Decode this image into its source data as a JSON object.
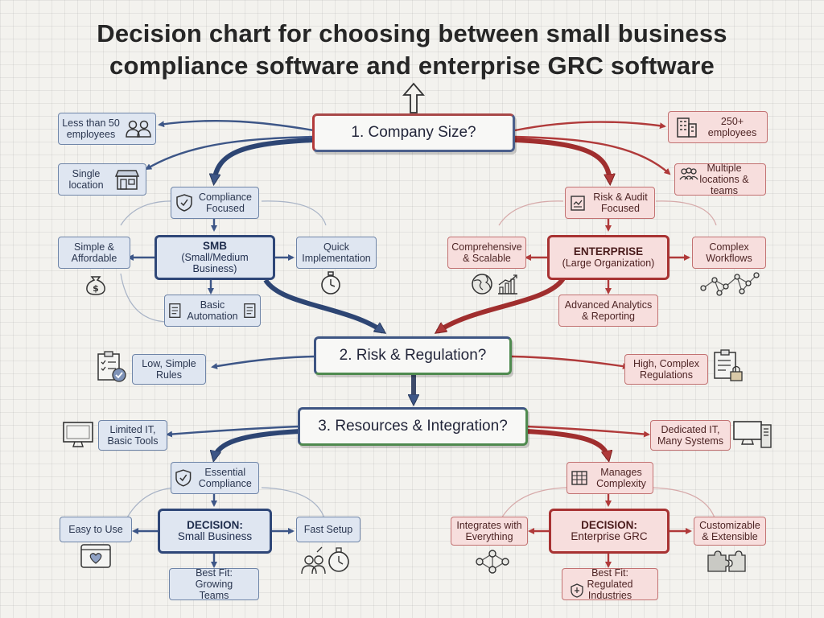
{
  "title": "Decision chart for choosing between small business compliance software and enterprise GRC software",
  "colors": {
    "smb": "#3d5687",
    "enterprise": "#b03a3a",
    "green": "#4f8a4f"
  },
  "questions": {
    "q1": "1. Company Size?",
    "q2": "2. Risk & Regulation?",
    "q3": "3. Resources & Integration?"
  },
  "q1": {
    "left": {
      "small": "Less than 50 employees",
      "location": "Single location"
    },
    "right": {
      "large": "250+ employees",
      "multi": "Multiple locations & teams"
    }
  },
  "smb": {
    "top": "Compliance Focused",
    "title": "SMB",
    "subtitle": "(Small/Medium Business)",
    "left": "Simple & Affordable",
    "right": "Quick Implementation",
    "bottom": "Basic Automation"
  },
  "enterprise": {
    "top": "Risk & Audit Focused",
    "title": "ENTERPRISE",
    "subtitle": "(Large Organization)",
    "left": "Comprehensive & Scalable",
    "right": "Complex Workflows",
    "bottom": "Advanced Analytics & Reporting"
  },
  "q2": {
    "left": "Low, Simple Rules",
    "right": "High, Complex Regulations"
  },
  "q3": {
    "left": "Limited IT, Basic Tools",
    "right": "Dedicated IT, Many Systems"
  },
  "decision_small": {
    "top": "Essential Compliance",
    "title": "DECISION:",
    "subtitle": "Small Business",
    "left": "Easy to Use",
    "right": "Fast Setup",
    "bottom": "Best Fit: Growing Teams"
  },
  "decision_enterprise": {
    "top": "Manages Complexity",
    "title": "DECISION:",
    "subtitle": "Enterprise GRC",
    "left": "Integrates with Everything",
    "right": "Customizable & Extensible",
    "bottom": "Best Fit: Regulated Industries"
  },
  "icons": [
    "people-icon",
    "store-icon",
    "building-icon",
    "team-icon",
    "shield-icon",
    "money-bag-icon",
    "stopwatch-icon",
    "document-icon",
    "clipboard-icon",
    "chart-icon",
    "globe-icon",
    "bar-chart-icon",
    "network-icon",
    "checklist-icon",
    "clipboard-lock-icon",
    "monitor-icon",
    "computer-tower-icon",
    "spreadsheet-icon",
    "app-window-icon",
    "team-timer-icon",
    "nodes-icon",
    "puzzle-icon",
    "shield-badge-icon"
  ]
}
